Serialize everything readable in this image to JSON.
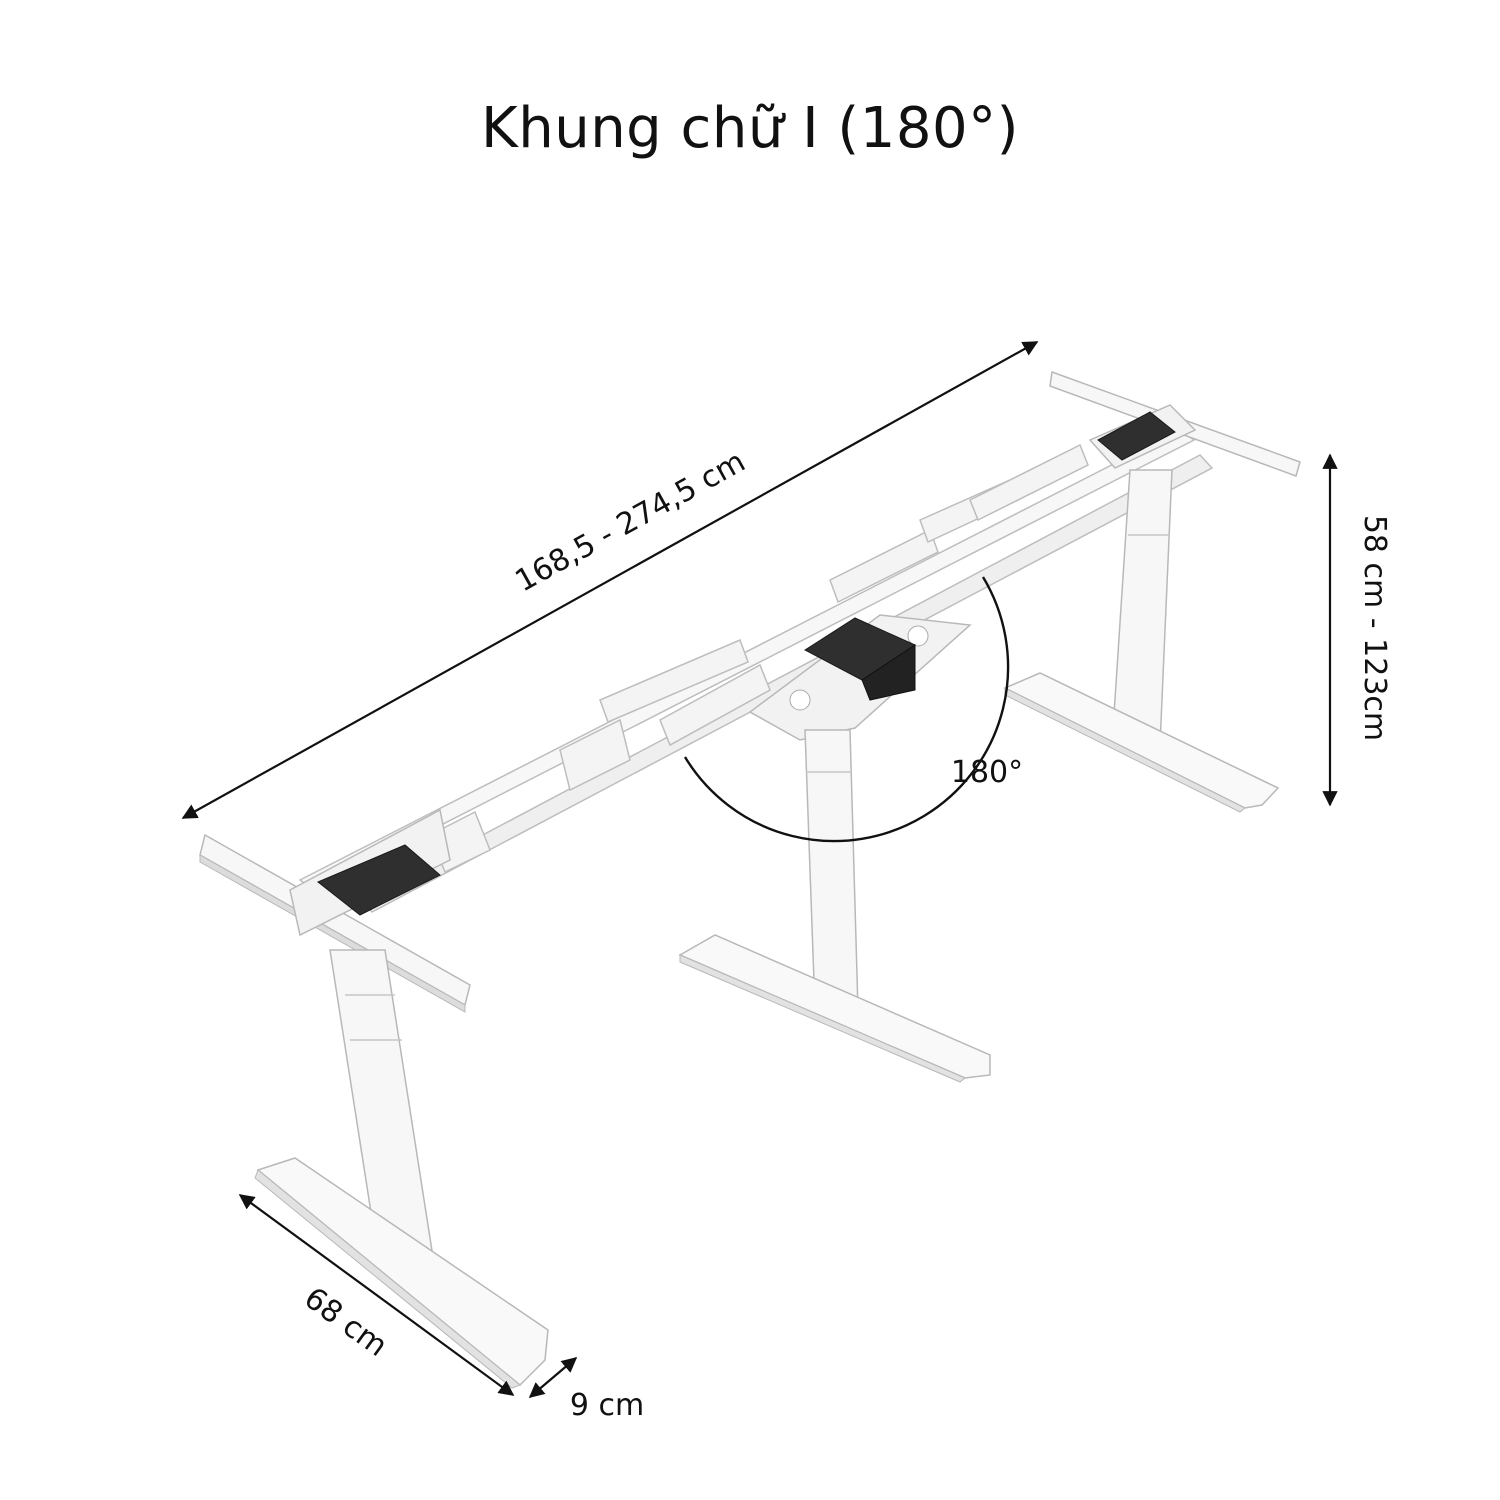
{
  "title": "Khung chữ I (180°)",
  "dimensions": {
    "length": "168,5 - 274,5 cm",
    "height": "58 cm - 123cm",
    "angle": "180°",
    "foot_length": "68 cm",
    "foot_width": "9 cm"
  },
  "colors": {
    "frame": "#f6f6f6",
    "frame_edge": "#b9b9b9",
    "motor_block": "#2f2f2f",
    "line": "#111111"
  }
}
